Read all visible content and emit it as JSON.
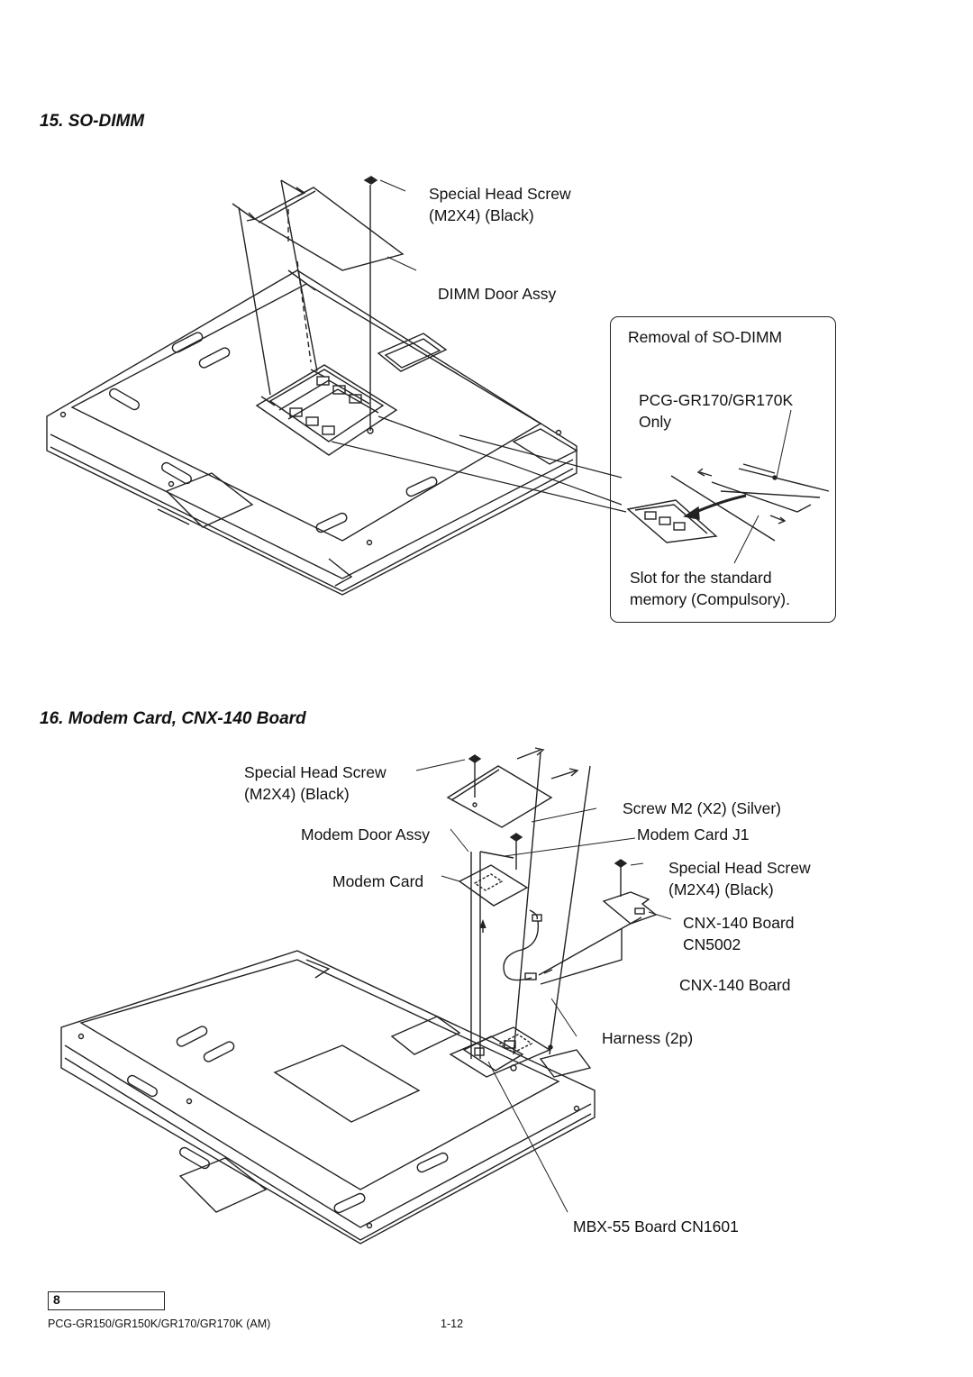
{
  "section15": {
    "title": "15. SO-DIMM",
    "screw_label": [
      "Special Head Screw",
      "(M2X4) (Black)"
    ],
    "door_label": "DIMM Door Assy",
    "callout": {
      "title": "Removal of SO-DIMM",
      "model_note": [
        "PCG-GR170/GR170K",
        "Only"
      ],
      "slot_note": [
        "Slot for the standard",
        "memory (Compulsory)."
      ]
    }
  },
  "section16": {
    "title": "16. Modem Card, CNX-140 Board",
    "screw_label_left": [
      "Special Head Screw",
      "(M2X4) (Black)"
    ],
    "door_label": "Modem Door Assy",
    "modem_card_label": "Modem Card",
    "screw_m2_label": "Screw M2 (X2) (Silver)",
    "modem_j1_label": "Modem Card J1",
    "screw_label_right": [
      "Special Head Screw",
      "(M2X4) (Black)"
    ],
    "cnx_cn5002_label": [
      "CNX-140 Board",
      "CN5002"
    ],
    "cnx_board_label": "CNX-140 Board",
    "harness_label": "Harness (2p)",
    "mbx_label": "MBX-55 Board CN1601"
  },
  "footer": {
    "box_mark": "8",
    "model": "PCG-GR150/GR150K/GR170/GR170K (AM)",
    "page": "1-12"
  }
}
